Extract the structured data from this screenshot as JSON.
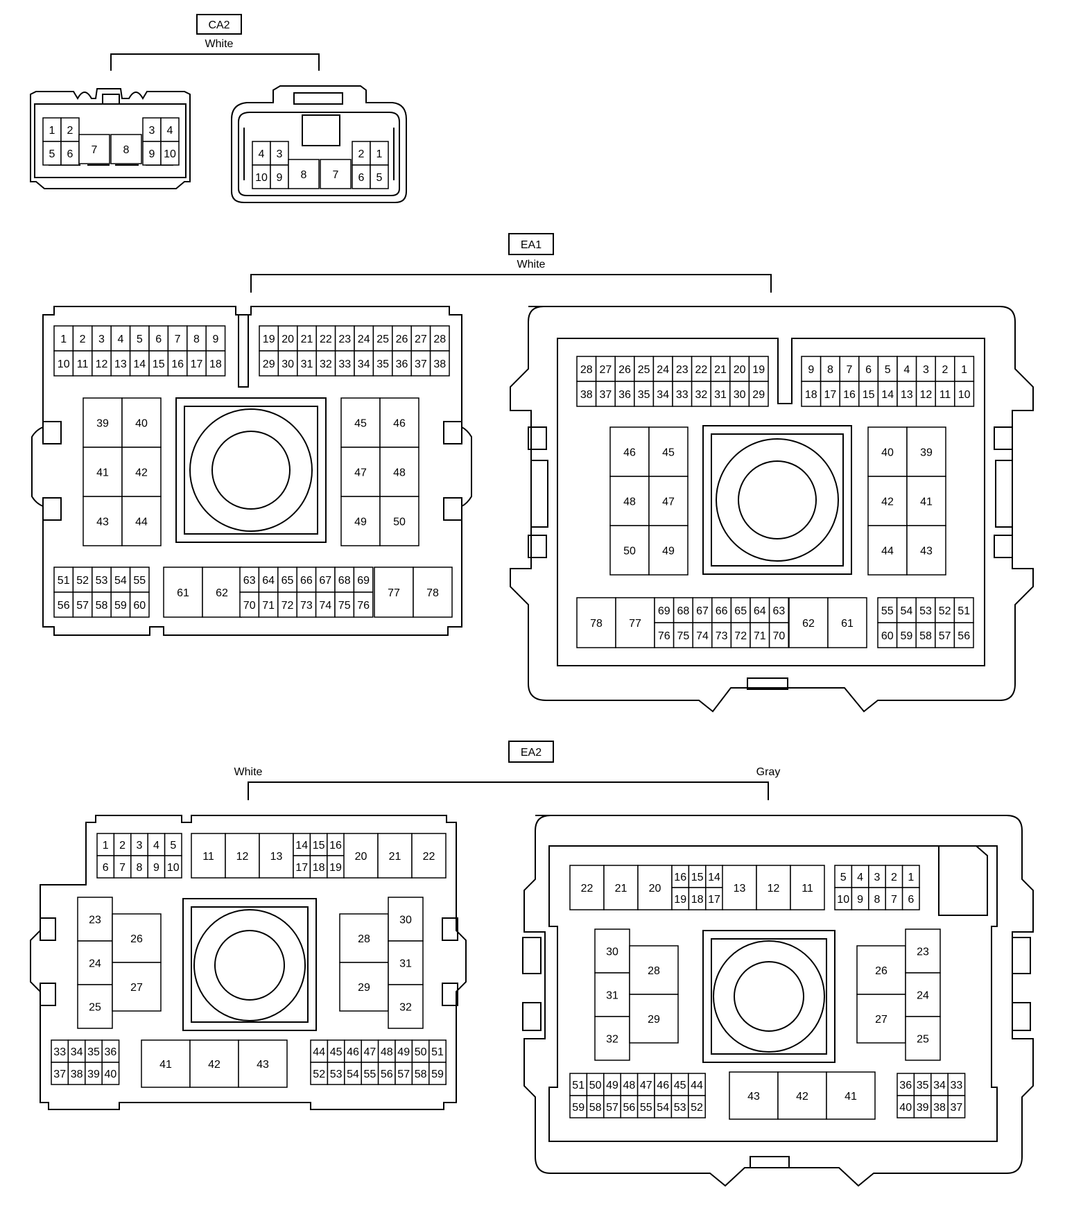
{
  "colors": {
    "ink": "#000000",
    "paper": "#ffffff"
  },
  "connectors": [
    {
      "id": "CA2",
      "labels": {
        "left": "White",
        "right": ""
      }
    },
    {
      "id": "EA1",
      "labels": {
        "left": "White",
        "right": ""
      }
    },
    {
      "id": "EA2",
      "labels": {
        "left": "White",
        "right": "Gray"
      }
    }
  ],
  "pins": {
    "ca2_left": [
      "1",
      "2",
      "3",
      "4",
      "5",
      "6",
      "7",
      "8",
      "9",
      "10"
    ],
    "ca2_right": [
      "1",
      "2",
      "3",
      "4",
      "5",
      "6",
      "7",
      "8",
      "9",
      "10"
    ],
    "ea1_left": [
      "1",
      "2",
      "3",
      "4",
      "5",
      "6",
      "7",
      "8",
      "9",
      "10",
      "11",
      "12",
      "13",
      "14",
      "15",
      "16",
      "17",
      "18",
      "19",
      "20",
      "21",
      "22",
      "23",
      "24",
      "25",
      "26",
      "27",
      "28",
      "29",
      "30",
      "31",
      "32",
      "33",
      "34",
      "35",
      "36",
      "37",
      "38",
      "39",
      "40",
      "41",
      "42",
      "43",
      "44",
      "45",
      "46",
      "47",
      "48",
      "49",
      "50",
      "51",
      "52",
      "53",
      "54",
      "55",
      "56",
      "57",
      "58",
      "59",
      "60",
      "61",
      "62",
      "63",
      "64",
      "65",
      "66",
      "67",
      "68",
      "69",
      "70",
      "71",
      "72",
      "73",
      "74",
      "75",
      "76",
      "77",
      "78"
    ],
    "ea1_right": [
      "1",
      "2",
      "3",
      "4",
      "5",
      "6",
      "7",
      "8",
      "9",
      "10",
      "11",
      "12",
      "13",
      "14",
      "15",
      "16",
      "17",
      "18",
      "19",
      "20",
      "21",
      "22",
      "23",
      "24",
      "25",
      "26",
      "27",
      "28",
      "29",
      "30",
      "31",
      "32",
      "33",
      "34",
      "35",
      "36",
      "37",
      "38",
      "39",
      "40",
      "41",
      "42",
      "43",
      "44",
      "45",
      "46",
      "47",
      "48",
      "49",
      "50",
      "51",
      "52",
      "53",
      "54",
      "55",
      "56",
      "57",
      "58",
      "59",
      "60",
      "61",
      "62",
      "63",
      "64",
      "65",
      "66",
      "67",
      "68",
      "69",
      "70",
      "71",
      "72",
      "73",
      "74",
      "75",
      "76",
      "77",
      "78"
    ],
    "ea2_left": [
      "1",
      "2",
      "3",
      "4",
      "5",
      "6",
      "7",
      "8",
      "9",
      "10",
      "11",
      "12",
      "13",
      "14",
      "15",
      "16",
      "17",
      "18",
      "19",
      "20",
      "21",
      "22",
      "23",
      "24",
      "25",
      "26",
      "27",
      "28",
      "29",
      "30",
      "31",
      "32",
      "33",
      "34",
      "35",
      "36",
      "37",
      "38",
      "39",
      "40",
      "41",
      "42",
      "43",
      "44",
      "45",
      "46",
      "47",
      "48",
      "49",
      "50",
      "51",
      "52",
      "53",
      "54",
      "55",
      "56",
      "57",
      "58",
      "59"
    ],
    "ea2_right": [
      "1",
      "2",
      "3",
      "4",
      "5",
      "6",
      "7",
      "8",
      "9",
      "10",
      "11",
      "12",
      "13",
      "14",
      "15",
      "16",
      "17",
      "18",
      "19",
      "20",
      "21",
      "22",
      "23",
      "24",
      "25",
      "26",
      "27",
      "28",
      "29",
      "30",
      "31",
      "32",
      "33",
      "34",
      "35",
      "36",
      "37",
      "38",
      "39",
      "40",
      "41",
      "42",
      "43",
      "44",
      "45",
      "46",
      "47",
      "48",
      "49",
      "50",
      "51",
      "52",
      "53",
      "54",
      "55",
      "56",
      "57",
      "58",
      "59"
    ]
  }
}
